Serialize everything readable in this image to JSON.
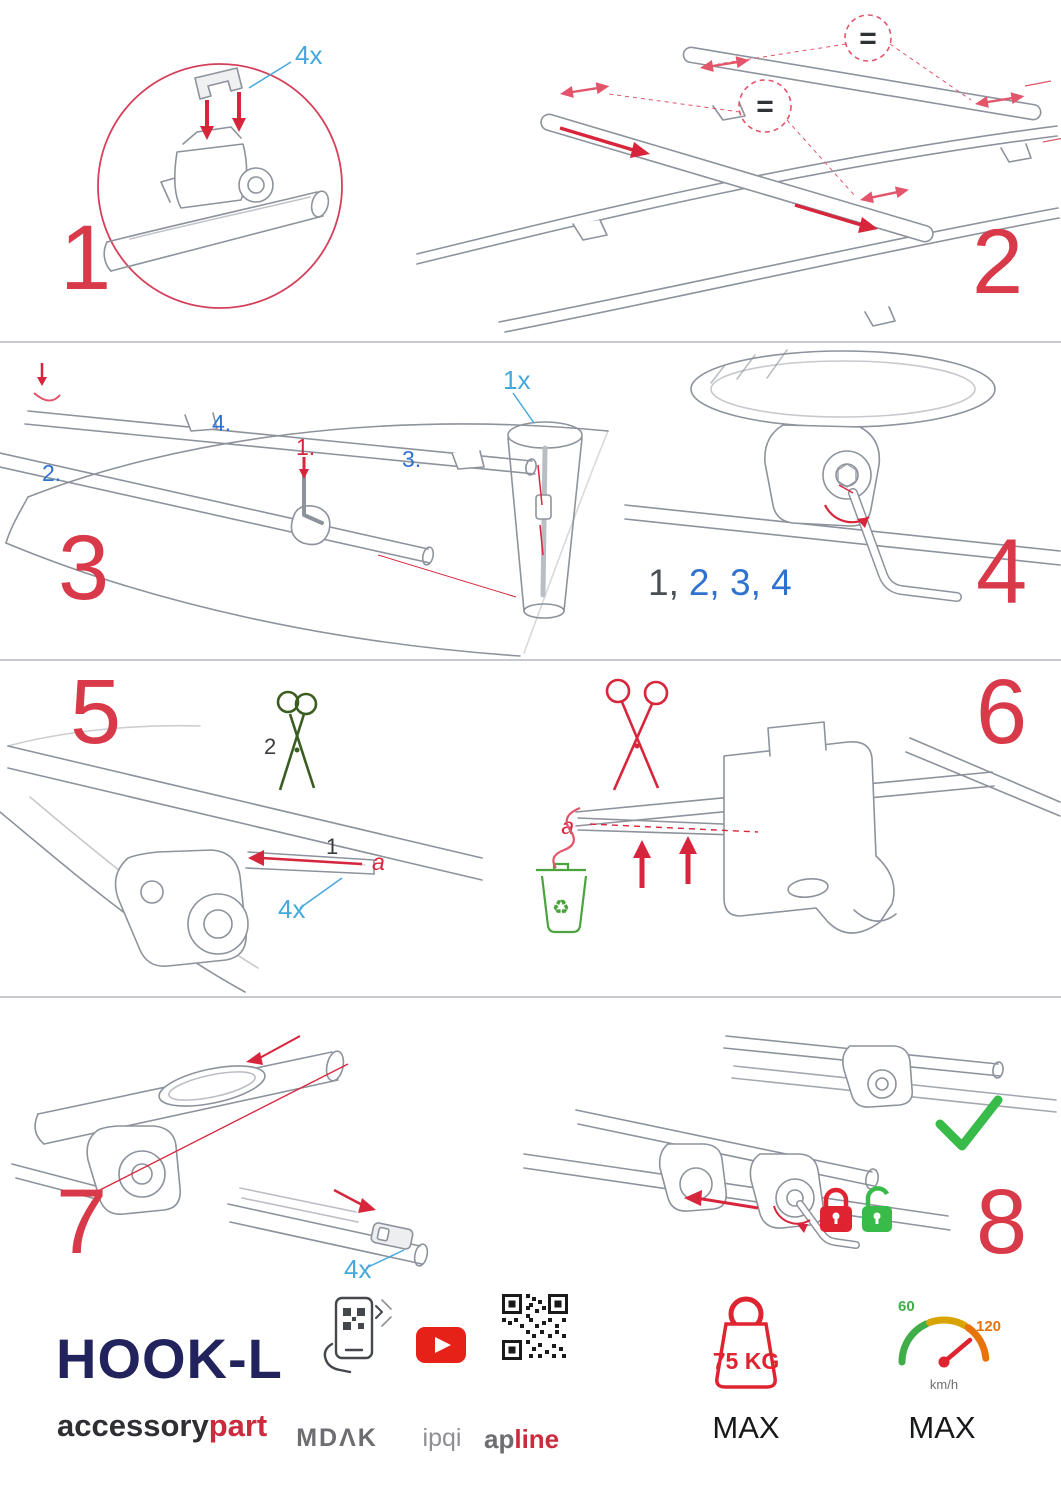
{
  "steps": {
    "step1": {
      "number": "1",
      "qty": "4x"
    },
    "step2": {
      "number": "2",
      "equal_top": "=",
      "equal_bottom": "="
    },
    "step3": {
      "number": "3",
      "qty": "1x",
      "label1": "1.",
      "label2": "2.",
      "label3": "3.",
      "label4": "4."
    },
    "step4": {
      "number": "4",
      "seq_first": "1,",
      "seq_rest": "2, 3, 4"
    },
    "step5": {
      "number": "5",
      "cut_label": "2",
      "pull_label": "1",
      "a_label": "a",
      "qty": "4x"
    },
    "step6": {
      "number": "6",
      "a_label": "a"
    },
    "step7": {
      "number": "7",
      "qty": "4x"
    },
    "step8": {
      "number": "8"
    }
  },
  "footer": {
    "product_name": "HOOK-L",
    "brand_prefix": "accessory",
    "brand_suffix": "part",
    "logo_mdak": "MDΛK",
    "logo_ipqi": "ipqi",
    "logo_apline_prefix": "ap",
    "logo_apline_suffix": "line",
    "weight_value": "75 KG",
    "weight_max_label": "MAX",
    "speed_low": "60",
    "speed_high": "120",
    "speed_unit": "km/h",
    "speed_max_label": "MAX"
  },
  "colors": {
    "step_red": "#d93a4a",
    "arrow_red": "#d7263c",
    "qty_blue": "#45a8dd",
    "number_blue": "#2e72cf",
    "brand_navy": "#22225c",
    "brand_red": "#cc2b3d",
    "check_green": "#38bb49",
    "bin_green": "#4aa33c",
    "scissors_green": "#3c5d22",
    "line_gray": "#8d939c"
  }
}
